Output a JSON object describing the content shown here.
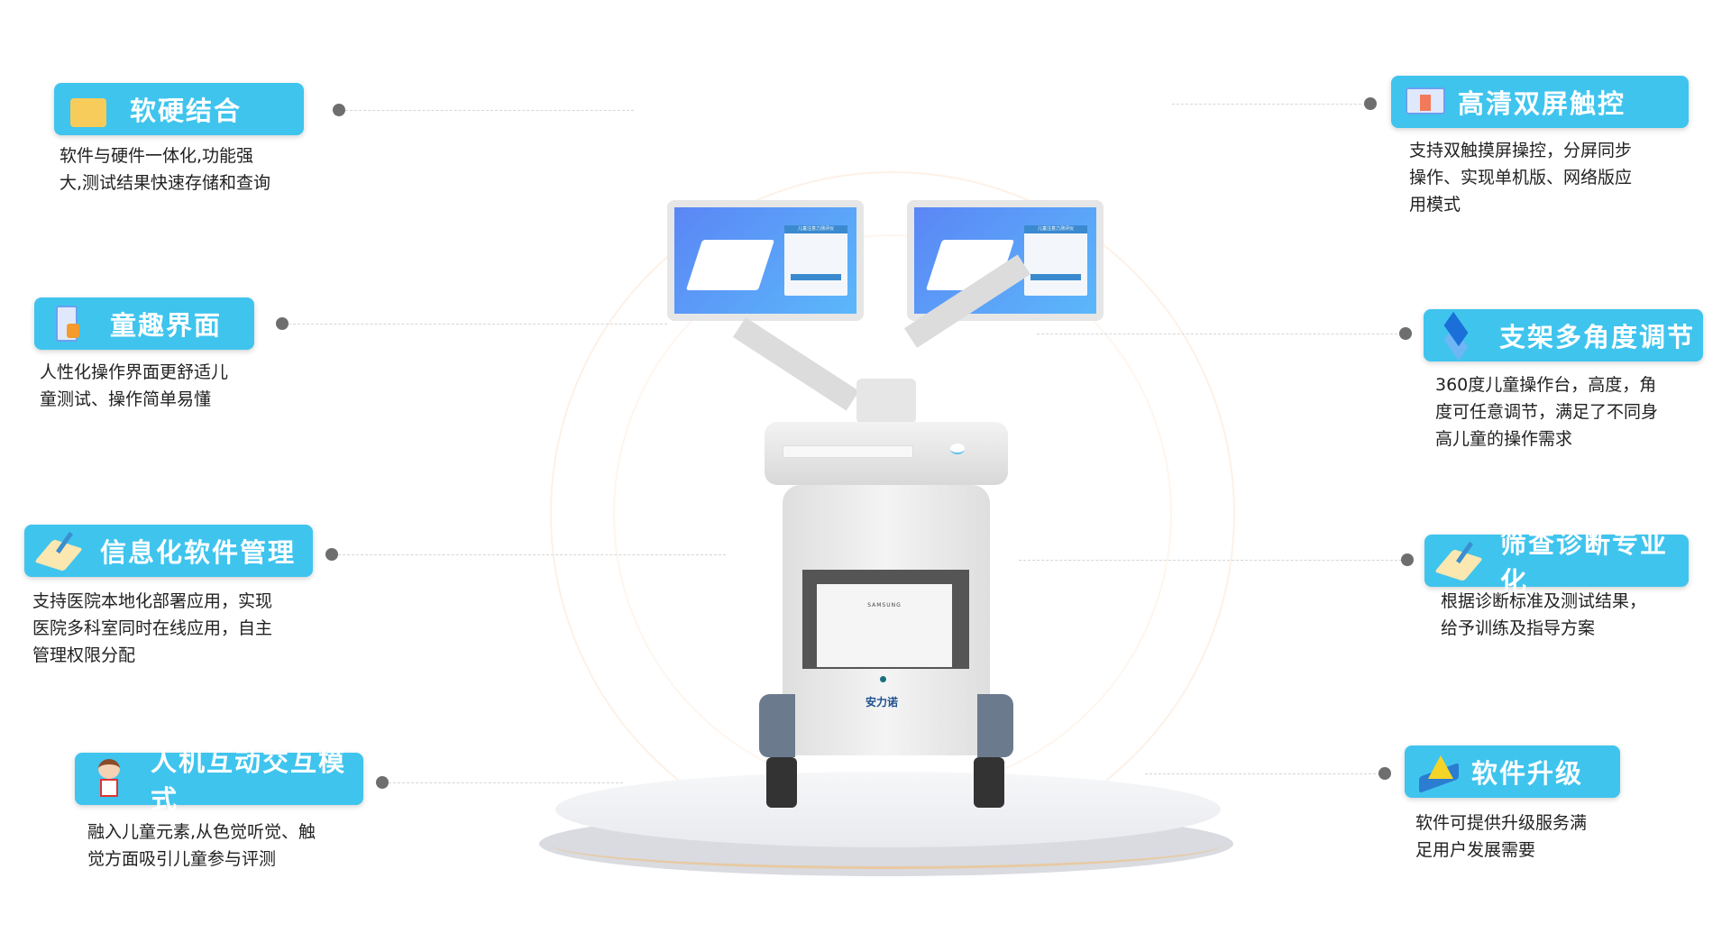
{
  "features_left": [
    {
      "title": "软硬结合",
      "icon": "folder-icon",
      "desc": "软件与硬件一体化,功能强\n大,测试结果快速存储和查询"
    },
    {
      "title": "童趣界面",
      "icon": "phone-child-icon",
      "desc": "人性化操作界面更舒适儿\n童测试、操作简单易懂"
    },
    {
      "title": "信息化软件管理",
      "icon": "notepad-icon",
      "desc": "支持医院本地化部署应用，实现\n医院多科室同时在线应用，自主\n管理权限分配"
    },
    {
      "title": "人机互动交互模式",
      "icon": "child-avatar-icon",
      "desc": "融入儿童元素,从色觉听觉、触\n觉方面吸引儿童参与评测"
    }
  ],
  "features_right": [
    {
      "title": "高清双屏触控",
      "icon": "monitor-icon",
      "desc": "支持双触摸屏操控，分屏同步\n操作、实现单机版、网络版应\n用模式"
    },
    {
      "title": "支架多角度调节",
      "icon": "layers-icon",
      "desc": "360度儿童操作台，高度，角\n度可任意调节，满足了不同身\n高儿童的操作需求"
    },
    {
      "title": "筛查诊断专业化",
      "icon": "notepad-icon",
      "desc": "根据诊断标准及测试结果，\n给予训练及指导方案"
    },
    {
      "title": "软件升级",
      "icon": "book-ruler-icon",
      "desc": "软件可提供升级服务满\n足用户发展需要"
    }
  ],
  "device": {
    "printer_brand": "SAMSUNG",
    "logo": "安力诺",
    "screen_title": "儿童注意力测评仪"
  },
  "colors": {
    "accent": "#3fc4ee",
    "dot": "#6e6e6e"
  }
}
